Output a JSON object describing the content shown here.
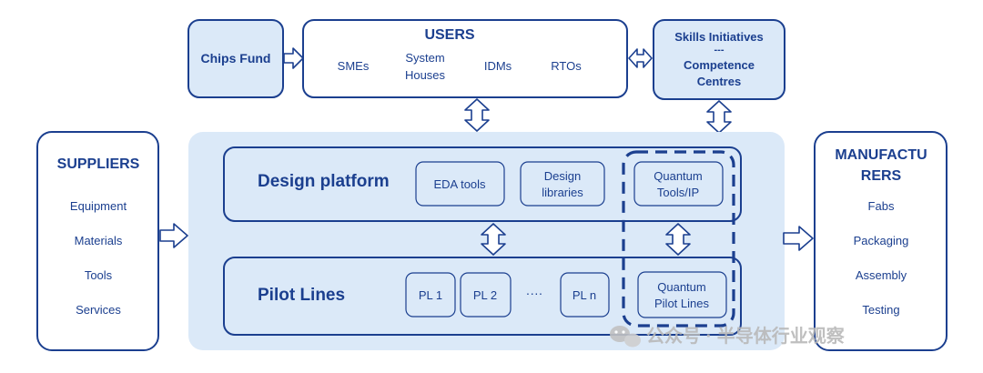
{
  "chips_fund": {
    "label": "Chips Fund"
  },
  "users": {
    "title": "USERS",
    "items": [
      "SMEs",
      "System",
      "Houses",
      "IDMs",
      "RTOs"
    ]
  },
  "skills": {
    "line1": "Skills Initiatives",
    "line2": "---",
    "line3": "Competence",
    "line4": "Centres"
  },
  "suppliers": {
    "title": "SUPPLIERS",
    "items": [
      "Equipment",
      "Materials",
      "Tools",
      "Services"
    ]
  },
  "manufacturers": {
    "title_line1": "MANUFACTU",
    "title_line2": "RERS",
    "items": [
      "Fabs",
      "Packaging",
      "Assembly",
      "Testing"
    ]
  },
  "design_platform": {
    "title": "Design platform",
    "eda": "EDA tools",
    "libs_line1": "Design",
    "libs_line2": "libraries",
    "quantum_line1": "Quantum",
    "quantum_line2": "Tools/IP"
  },
  "pilot_lines": {
    "title": "Pilot Lines",
    "pl1": "PL 1",
    "pl2": "PL 2",
    "ellipsis": "····",
    "pln": "PL n",
    "quantum_line1": "Quantum",
    "quantum_line2": "Pilot Lines"
  },
  "watermark": {
    "text": "公众号 · 半导体行业观察"
  },
  "colors": {
    "accent": "#1b3f8f",
    "fill": "#dbe9f8",
    "background": "#ffffff"
  }
}
